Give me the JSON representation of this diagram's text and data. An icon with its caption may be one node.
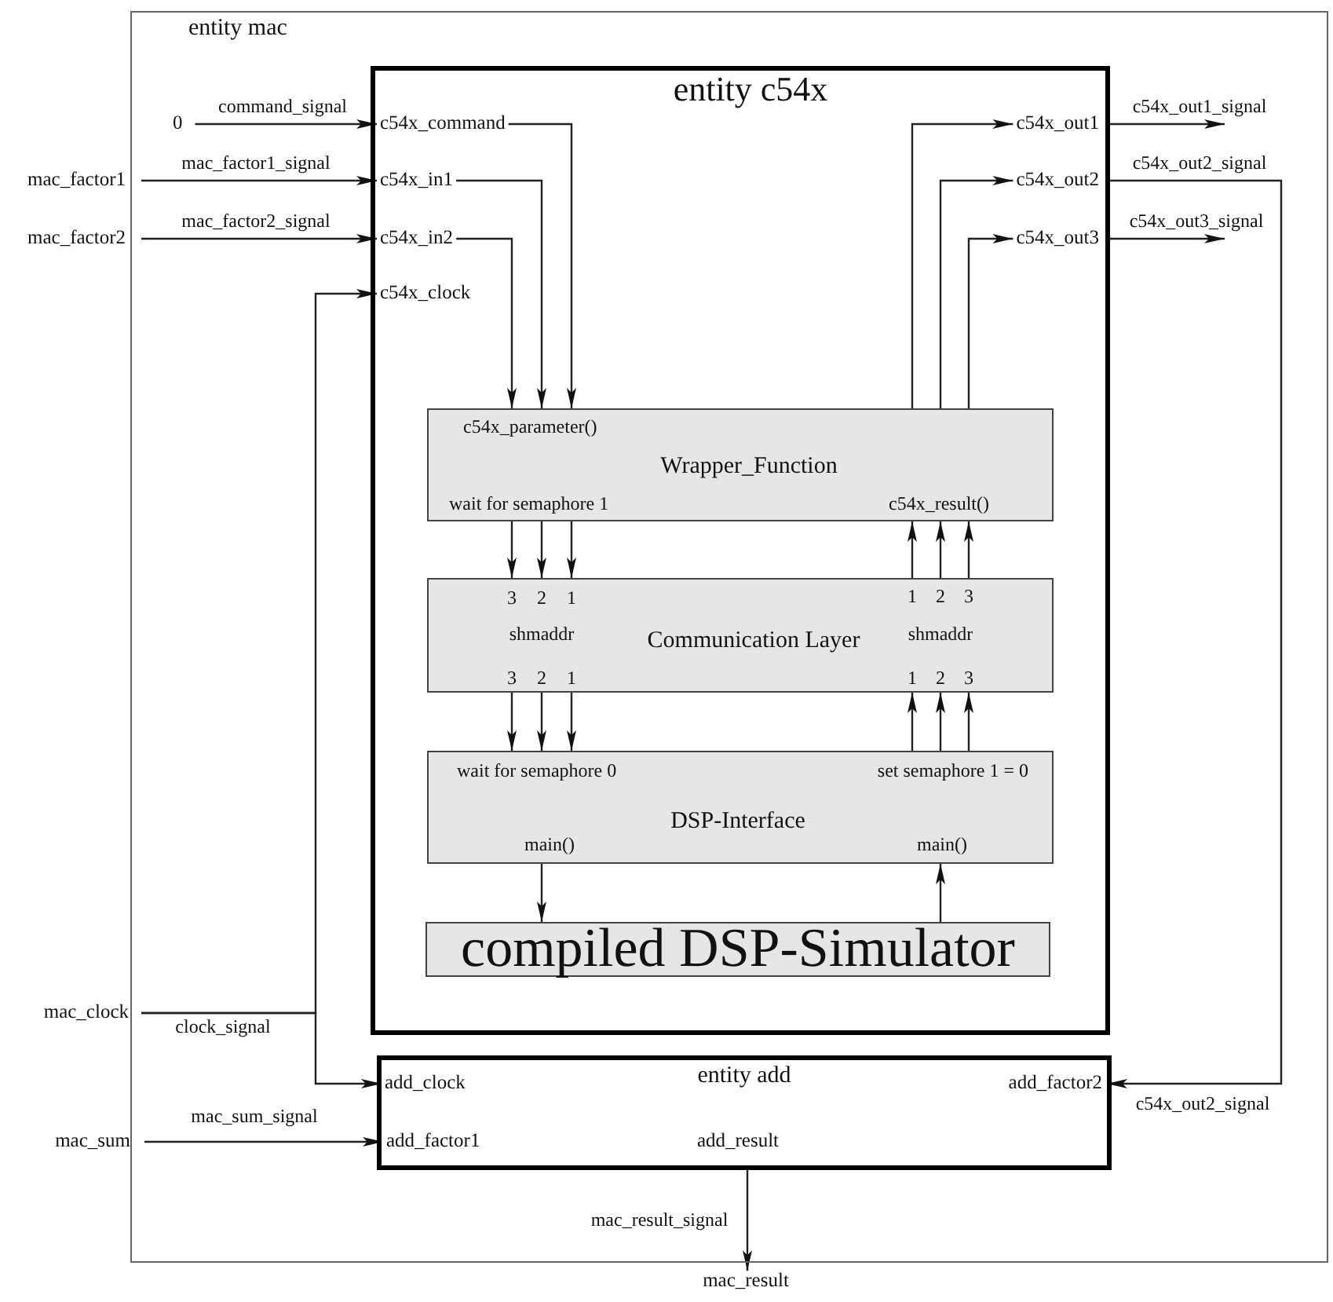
{
  "diagram": {
    "nodes": [
      {
        "text": [
          "entity mac"
        ]
      },
      {
        "text": [
          "entity c54x"
        ],
        "in": 0
      },
      {
        "text": [
          "c54x_command"
        ],
        "in": 1
      },
      {
        "text": [
          "c54x_in1"
        ],
        "in": 1
      },
      {
        "text": [
          "c54x_in2"
        ],
        "in": 1
      },
      {
        "text": [
          "c54x_clock"
        ],
        "in": 1
      },
      {
        "text": [
          "c54x_out1"
        ],
        "in": 1
      },
      {
        "text": [
          "c54x_out2"
        ],
        "in": 1
      },
      {
        "text": [
          "c54x_out3"
        ],
        "in": 1
      },
      {
        "text": [
          "c54x_parameter()",
          "Wrapper_Function",
          "wait for semaphore 1",
          "c54x_result()"
        ],
        "in": 1
      },
      {
        "text": [
          "3",
          "2",
          "1",
          "1",
          "2",
          "3",
          "shmaddr",
          "Communication Layer",
          "shmaddr",
          "3",
          "2",
          "1",
          "1",
          "2",
          "3"
        ],
        "in": 1
      },
      {
        "text": [
          "wait for semaphore 0",
          "set semaphore 1 = 0",
          "DSP-Interface",
          "main()",
          "main()"
        ],
        "in": 1
      },
      {
        "text": [
          "compiled DSP-Simulator"
        ],
        "in": 1
      },
      {
        "text": [
          "entity add"
        ],
        "in": 0
      },
      {
        "text": [
          "add_clock"
        ],
        "in": 13
      },
      {
        "text": [
          "add_factor1"
        ],
        "in": 13
      },
      {
        "text": [
          "add_result"
        ],
        "in": 13
      },
      {
        "text": [
          "add_factor2"
        ],
        "in": 13
      },
      {
        "text": [
          "0"
        ],
        "in": 0
      },
      {
        "text": [
          "mac_factor1"
        ]
      },
      {
        "text": [
          "mac_factor2"
        ]
      },
      {
        "text": [
          "mac_clock"
        ]
      },
      {
        "text": [
          "mac_sum"
        ]
      },
      {
        "text": [
          "mac_result"
        ]
      }
    ],
    "edges": [
      {
        "from": 18,
        "to": 2,
        "arrow": "to",
        "label": "command_signal"
      },
      {
        "from": 19,
        "to": 3,
        "arrow": "to",
        "label": "mac_factor1_signal"
      },
      {
        "from": 20,
        "to": 4,
        "arrow": "to",
        "label": "mac_factor2_signal"
      },
      {
        "from": 21,
        "to": 5,
        "arrow": "to",
        "label": "clock_signal"
      },
      {
        "from": 21,
        "to": 14,
        "arrow": "to"
      },
      {
        "from": 2,
        "to": 9,
        "arrow": "to"
      },
      {
        "from": 3,
        "to": 9,
        "arrow": "to"
      },
      {
        "from": 4,
        "to": 9,
        "arrow": "to"
      },
      {
        "from": 9,
        "to": 6,
        "arrow": "to"
      },
      {
        "from": 9,
        "to": 7,
        "arrow": "to"
      },
      {
        "from": 9,
        "to": 8,
        "arrow": "to"
      },
      {
        "from": 6,
        "to": null,
        "arrow": "to",
        "label": "c54x_out1_signal"
      },
      {
        "from": 7,
        "to": 17,
        "arrow": "to",
        "label": "c54x_out2_signal"
      },
      {
        "from": 8,
        "to": null,
        "arrow": "to",
        "label": "c54x_out3_signal"
      },
      {
        "from": 9,
        "to": 10,
        "arrow": "to"
      },
      {
        "from": 9,
        "to": 10,
        "arrow": "to"
      },
      {
        "from": 9,
        "to": 10,
        "arrow": "to"
      },
      {
        "from": 10,
        "to": 9,
        "arrow": "to"
      },
      {
        "from": 10,
        "to": 9,
        "arrow": "to"
      },
      {
        "from": 10,
        "to": 9,
        "arrow": "to"
      },
      {
        "from": 10,
        "to": 11,
        "arrow": "to"
      },
      {
        "from": 10,
        "to": 11,
        "arrow": "to"
      },
      {
        "from": 10,
        "to": 11,
        "arrow": "to"
      },
      {
        "from": 11,
        "to": 10,
        "arrow": "to"
      },
      {
        "from": 11,
        "to": 10,
        "arrow": "to"
      },
      {
        "from": 11,
        "to": 10,
        "arrow": "to"
      },
      {
        "from": 11,
        "to": 12,
        "arrow": "to"
      },
      {
        "from": 12,
        "to": 11,
        "arrow": "to"
      },
      {
        "from": 22,
        "to": 15,
        "arrow": "to",
        "label": "mac_sum_signal"
      },
      {
        "from": 13,
        "to": 23,
        "arrow": "to",
        "label": "mac_result_signal"
      }
    ],
    "labels": [
      "c54x_out2_signal"
    ]
  }
}
